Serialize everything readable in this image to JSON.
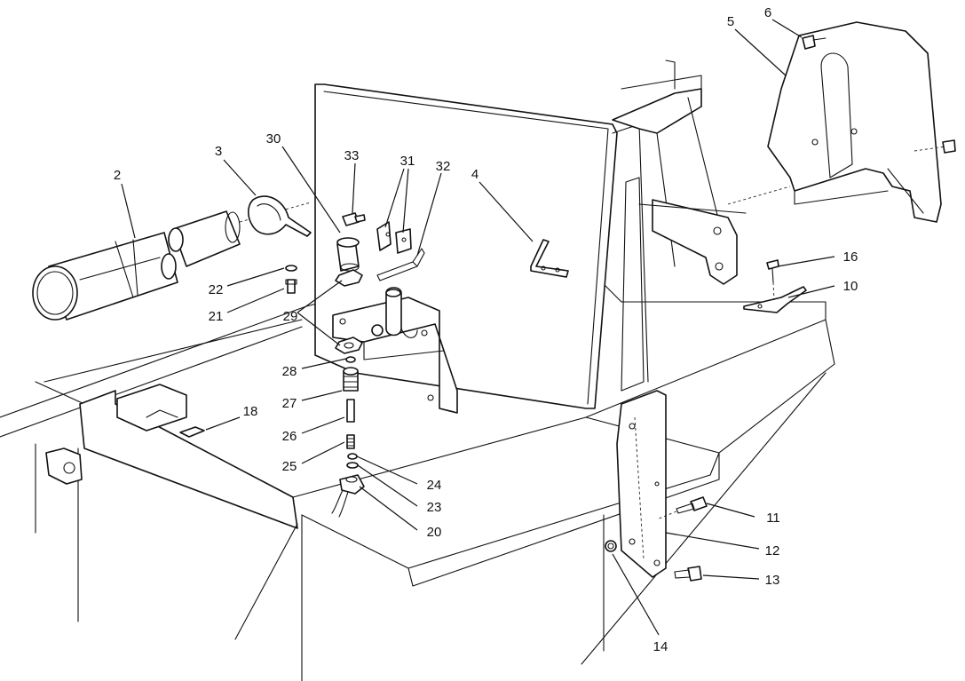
{
  "diagram": {
    "callouts": [
      {
        "id": "c2",
        "label": "2"
      },
      {
        "id": "c3",
        "label": "3"
      },
      {
        "id": "c4",
        "label": "4"
      },
      {
        "id": "c5",
        "label": "5"
      },
      {
        "id": "c6",
        "label": "6"
      },
      {
        "id": "c10",
        "label": "10"
      },
      {
        "id": "c11",
        "label": "11"
      },
      {
        "id": "c12",
        "label": "12"
      },
      {
        "id": "c13",
        "label": "13"
      },
      {
        "id": "c14",
        "label": "14"
      },
      {
        "id": "c16",
        "label": "16"
      },
      {
        "id": "c18",
        "label": "18"
      },
      {
        "id": "c20",
        "label": "20"
      },
      {
        "id": "c21",
        "label": "21"
      },
      {
        "id": "c22",
        "label": "22"
      },
      {
        "id": "c23",
        "label": "23"
      },
      {
        "id": "c24",
        "label": "24"
      },
      {
        "id": "c25",
        "label": "25"
      },
      {
        "id": "c26",
        "label": "26"
      },
      {
        "id": "c27",
        "label": "27"
      },
      {
        "id": "c28",
        "label": "28"
      },
      {
        "id": "c29",
        "label": "29"
      },
      {
        "id": "c30",
        "label": "30"
      },
      {
        "id": "c31",
        "label": "31"
      },
      {
        "id": "c32",
        "label": "32"
      },
      {
        "id": "c33",
        "label": "33"
      }
    ]
  }
}
